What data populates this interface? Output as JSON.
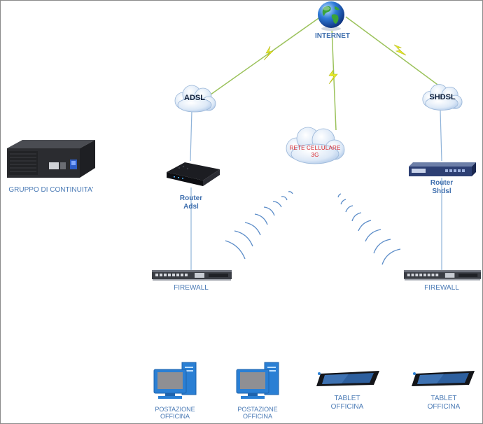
{
  "internet": {
    "label": "INTERNET",
    "icon": "globe-icon"
  },
  "clouds": {
    "adsl": {
      "label": "ADSL"
    },
    "shdsl": {
      "label": "SHDSL"
    },
    "mobile": {
      "label_line1": "RETE CELLULARE",
      "label_line2": "3G"
    }
  },
  "ups": {
    "label": "GRUPPO DI CONTINUITA'"
  },
  "router_adsl": {
    "line1": "Router",
    "line2": "Adsl"
  },
  "router_shdsl": {
    "line1": "Router",
    "line2": "Shdsl"
  },
  "firewall_left": {
    "label": "FIREWALL"
  },
  "firewall_right": {
    "label": "FIREWALL"
  },
  "workstations": [
    {
      "line1": "POSTAZIONE",
      "line2": "OFFICINA"
    },
    {
      "line1": "POSTAZIONE",
      "line2": "OFFICINA"
    }
  ],
  "tablets": [
    {
      "line1": "TABLET",
      "line2": "OFFICINA"
    },
    {
      "line1": "TABLET",
      "line2": "OFFICINA"
    }
  ],
  "colors": {
    "link_green": "#9bc25b",
    "link_blue": "#8fb3d9",
    "label_blue": "#4a7ab5",
    "bolt_yellow": "#e8ec2a",
    "wave_blue": "#5b8cc8"
  }
}
